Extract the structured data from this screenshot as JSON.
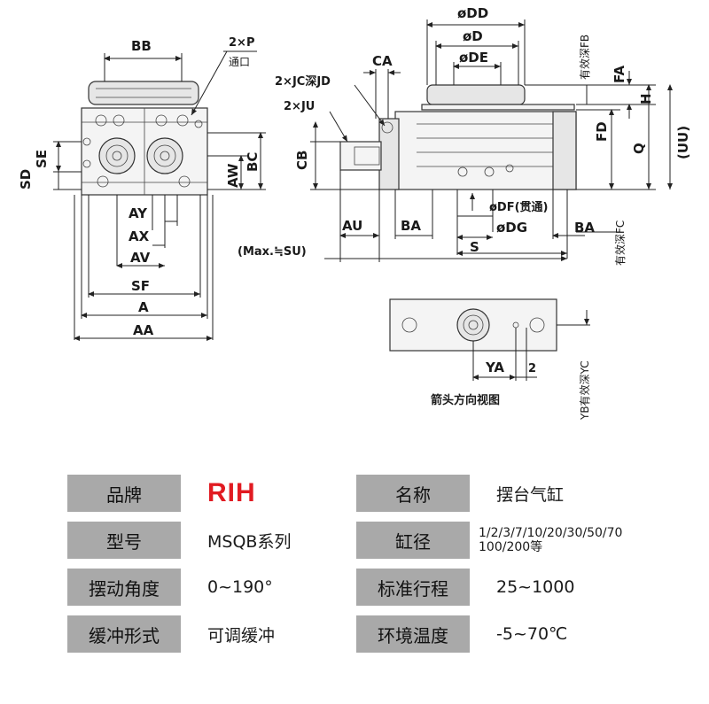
{
  "drawing": {
    "left_view": {
      "labels": [
        "BB",
        "2×P",
        "通口",
        "SD",
        "SE",
        "AW",
        "BC",
        "AY",
        "AX",
        "AV",
        "SF",
        "A",
        "AA"
      ]
    },
    "side_view": {
      "labels": [
        "øDD",
        "øD",
        "øDE",
        "有效深FB",
        "FA",
        "H",
        "FD",
        "Q",
        "(UU)",
        "CA",
        "2×JC深JD",
        "2×JU",
        "CB",
        "øDF(贯通)",
        "øDG",
        "AU",
        "BA",
        "S",
        "BA",
        "有效深FC",
        "(Max.≒SU)"
      ]
    },
    "arrow_view": {
      "labels": [
        "YA",
        "2",
        "YB有效深YC"
      ],
      "caption": "箭头方向视图"
    }
  },
  "spec_table": {
    "rows": [
      {
        "k1": "品牌",
        "v1": "RIH",
        "k2": "名称",
        "v2": "摆台气缸"
      },
      {
        "k1": "型号",
        "v1": "MSQB系列",
        "k2": "缸径",
        "v2a": "1/2/3/7/10/20/30/50/70",
        "v2b": "100/200等"
      },
      {
        "k1": "摆动角度",
        "v1": "0~190°",
        "k2": "标准行程",
        "v2": "25~1000"
      },
      {
        "k1": "缓冲形式",
        "v1": "可调缓冲",
        "k2": "环境温度",
        "v2": "-5~70℃"
      }
    ]
  }
}
